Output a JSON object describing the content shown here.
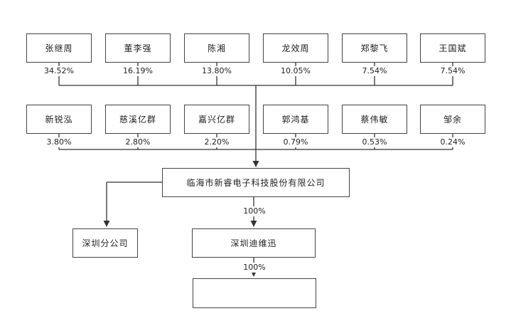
{
  "shareholders_row1": [
    {
      "name": "张继周",
      "pct": "34.52%"
    },
    {
      "name": "董李强",
      "pct": "16.19%"
    },
    {
      "name": "陈湘",
      "pct": "13.80%"
    },
    {
      "name": "龙效周",
      "pct": "10.05%"
    },
    {
      "name": "郑黎飞",
      "pct": "7.54%"
    },
    {
      "name": "王国斌",
      "pct": "7.54%"
    }
  ],
  "shareholders_row2": [
    {
      "name": "新锐泓",
      "pct": "3.80%"
    },
    {
      "name": "慈溪亿群",
      "pct": "2.80%"
    },
    {
      "name": "嘉兴亿群",
      "pct": "2.20%"
    },
    {
      "name": "郭鸿基",
      "pct": "0.79%"
    },
    {
      "name": "蔡伟敏",
      "pct": "0.53%"
    },
    {
      "name": "邹余",
      "pct": "0.24%"
    }
  ],
  "company": "临海市新睿电子科技股份有限公司",
  "branch": "深圳分公司",
  "subsidiary": "深圳迪维迅",
  "subsidiary_pct": "100%",
  "sub_subsidiary": "",
  "sub_subsidiary_pct": "100%"
}
